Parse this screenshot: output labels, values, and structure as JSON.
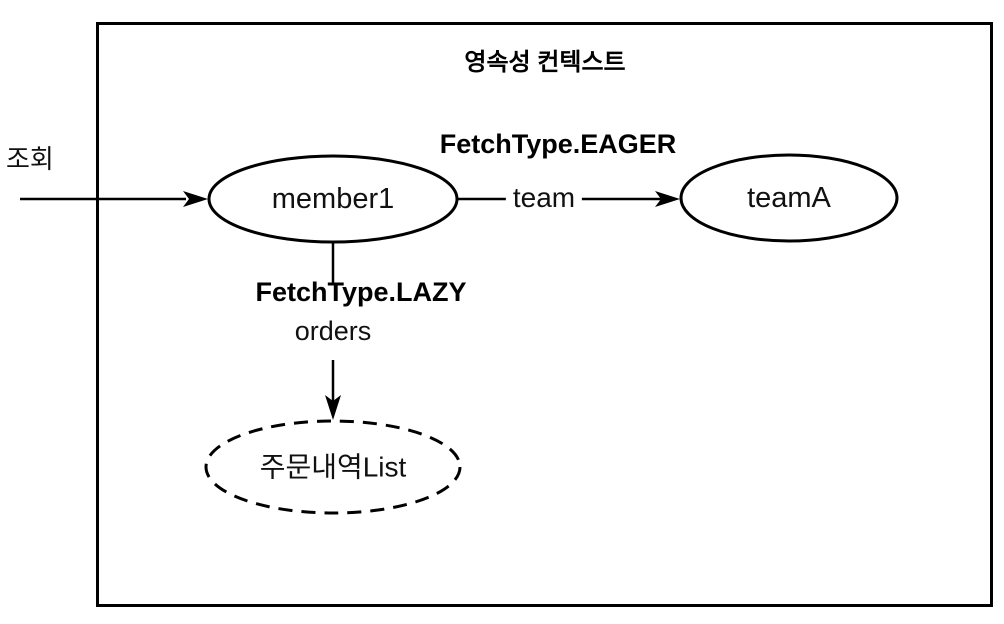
{
  "labels": {
    "title": "영속성 컨텍스트",
    "query_label": "조회",
    "member_node": "member1",
    "team_node": "teamA",
    "order_list_node": "주문내역List",
    "eager_annotation": "FetchType.EAGER",
    "team_field": "team",
    "lazy_annotation": "FetchType.LAZY",
    "orders_field": "orders"
  },
  "edges": [
    {
      "from": "조회",
      "to": "member1",
      "label": ""
    },
    {
      "from": "member1",
      "to": "teamA",
      "label": "team",
      "annotation": "FetchType.EAGER"
    },
    {
      "from": "member1",
      "to": "주문내역List",
      "label": "orders",
      "annotation": "FetchType.LAZY"
    }
  ],
  "colors": {
    "stroke": "#000000",
    "background": "#ffffff",
    "text": "#111111"
  }
}
